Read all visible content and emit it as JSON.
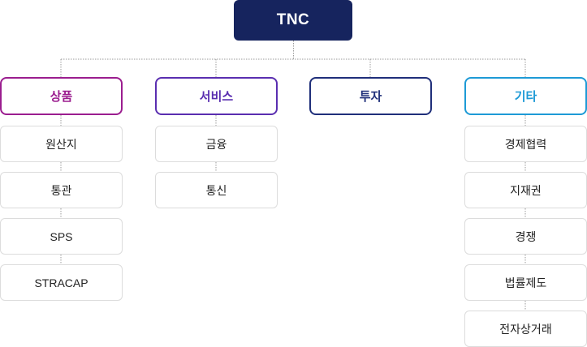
{
  "root": {
    "label": "TNC",
    "color": "#16245e"
  },
  "categories": [
    {
      "label": "상품",
      "color": "#9b1d8f",
      "items": [
        "원산지",
        "통관",
        "SPS",
        "STRACAP"
      ]
    },
    {
      "label": "서비스",
      "color": "#5a2eb0",
      "items": [
        "금융",
        "통신"
      ]
    },
    {
      "label": "투자",
      "color": "#1f2f7a",
      "items": []
    },
    {
      "label": "기타",
      "color": "#1d9ad6",
      "items": [
        "경제협력",
        "지재권",
        "경쟁",
        "법률제도",
        "전자상거래"
      ]
    }
  ]
}
